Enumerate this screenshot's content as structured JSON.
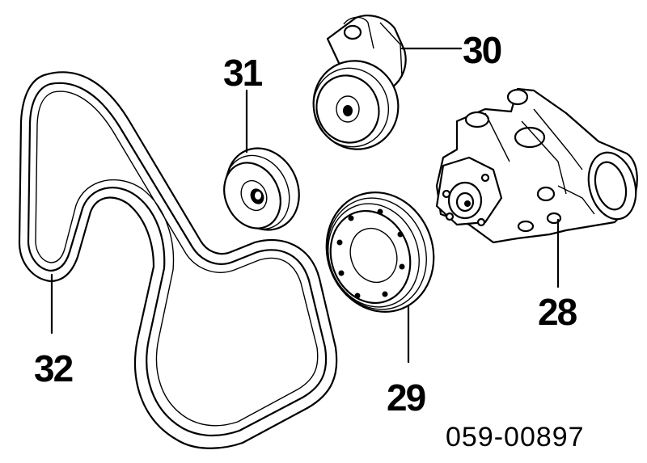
{
  "diagram": {
    "callouts": [
      {
        "id": "32",
        "label": "32"
      },
      {
        "id": "31",
        "label": "31"
      },
      {
        "id": "30",
        "label": "30"
      },
      {
        "id": "29",
        "label": "29"
      },
      {
        "id": "28",
        "label": "28"
      }
    ],
    "diagram_code": "059-00897"
  }
}
